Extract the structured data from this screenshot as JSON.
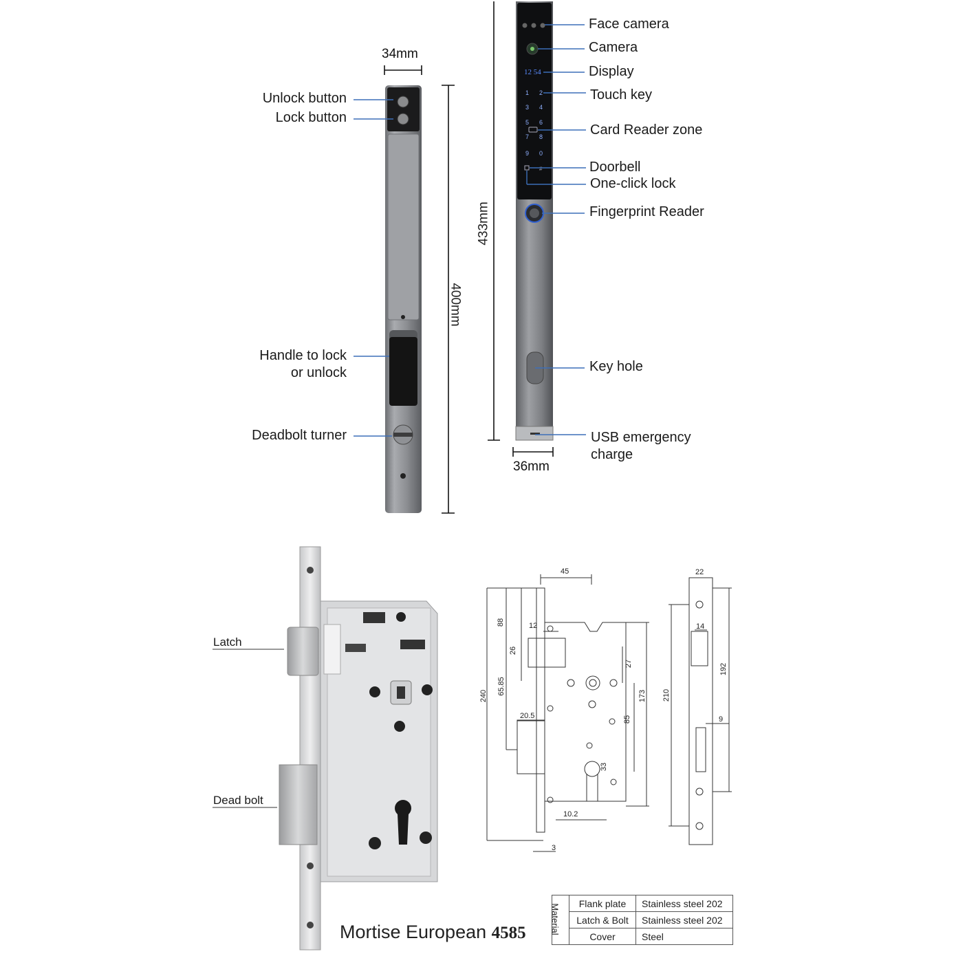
{
  "top_left": {
    "width_dim": "34mm",
    "height_dim": "400mm",
    "labels": {
      "unlock_button": "Unlock button",
      "lock_button": "Lock button",
      "handle_line1": "Handle to lock",
      "handle_line2": "or unlock",
      "deadbolt_turner": "Deadbolt turner"
    }
  },
  "top_right": {
    "height_dim": "433mm",
    "width_dim": "36mm",
    "display_time": "12 54",
    "keypad": [
      "1",
      "2",
      "3",
      "4",
      "5",
      "6",
      "7",
      "8",
      "9",
      "0"
    ],
    "labels": {
      "face_camera": "Face camera",
      "camera": "Camera",
      "display": "Display",
      "touch_key": "Touch key",
      "card_reader": "Card Reader zone",
      "doorbell": "Doorbell",
      "one_click": "One-click lock",
      "fingerprint": "Fingerprint Reader",
      "key_hole": "Key hole",
      "usb_line1": "USB emergency",
      "usb_line2": "charge"
    }
  },
  "mortise": {
    "latch": "Latch",
    "dead_bolt": "Dead bolt",
    "title": "Mortise European",
    "model": "4585"
  },
  "drawing_dims": {
    "d45": "45",
    "d88": "88",
    "d12": "12",
    "d26": "26",
    "d27": "27",
    "d240": "240",
    "d6585": "65.85",
    "d173": "173",
    "d85": "85",
    "d205": "20.5",
    "d33": "33",
    "d102": "10.2",
    "d3": "3",
    "d22": "22",
    "d14": "14",
    "d192": "192",
    "d210": "210",
    "d9": "9"
  },
  "material": {
    "header": "Material",
    "rows": [
      {
        "part": "Flank plate",
        "value": "Stainless steel 202"
      },
      {
        "part": "Latch & Bolt",
        "value": "Stainless steel 202"
      },
      {
        "part": "Cover",
        "value": "Steel"
      }
    ]
  }
}
